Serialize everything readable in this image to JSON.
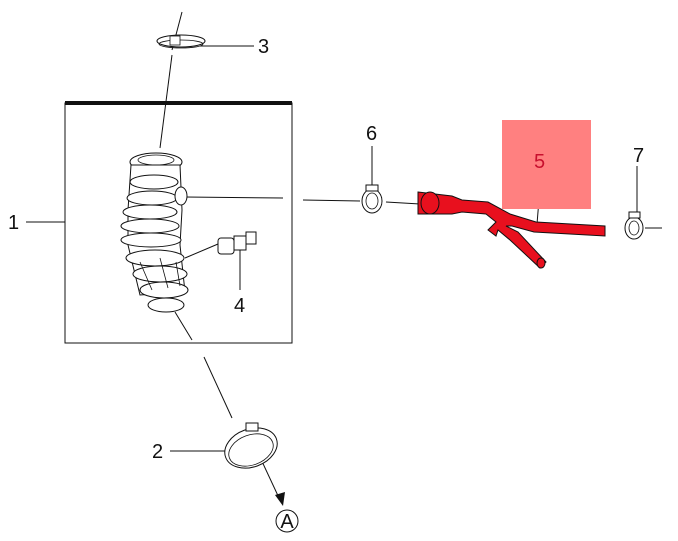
{
  "callouts": {
    "c1": "1",
    "c2": "2",
    "c3": "3",
    "c4": "4",
    "c5": "5",
    "c6": "6",
    "c7": "7",
    "ref_a": "A"
  },
  "colors": {
    "highlight_part": "#e8101e",
    "highlight_box": "#ff8080",
    "highlight_label": "#c8102e",
    "line": "#111111"
  },
  "icons": [
    "clamp-icon",
    "air-intake-hose-icon",
    "sensor-icon",
    "branch-hose-icon",
    "reference-circle-icon"
  ]
}
